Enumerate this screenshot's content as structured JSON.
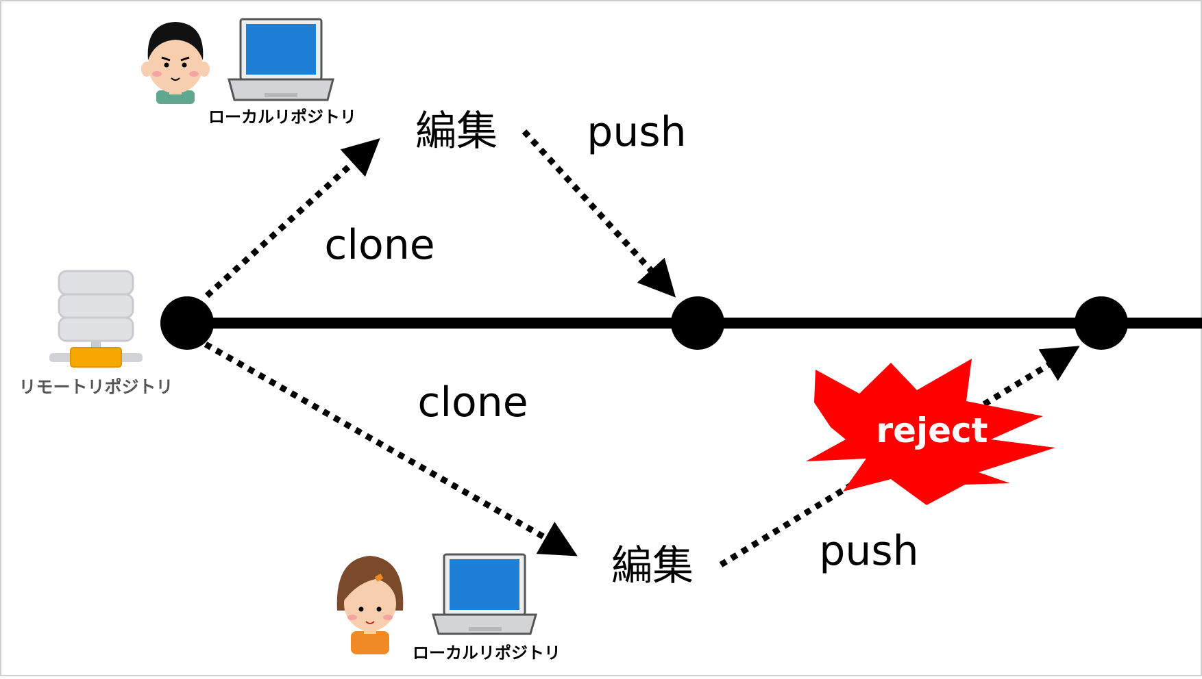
{
  "labels": {
    "remote_repo": "リモートリポジトリ",
    "local_repo_top": "ローカルリポジトリ",
    "local_repo_bottom": "ローカルリポジトリ",
    "edit_top": "編集",
    "edit_bottom": "編集",
    "clone_top": "clone",
    "clone_bottom": "clone",
    "push_top": "push",
    "push_bottom": "push",
    "reject": "reject"
  },
  "colors": {
    "line": "#000000",
    "reject_burst": "#ff0000",
    "reject_text": "#ffffff",
    "laptop_screen": "#1e7fd6",
    "server_stripe": "#f5a800"
  },
  "icons": {
    "remote": "server-icon",
    "user_top": "man-avatar-icon",
    "user_bottom": "woman-avatar-icon",
    "laptop": "laptop-icon"
  }
}
